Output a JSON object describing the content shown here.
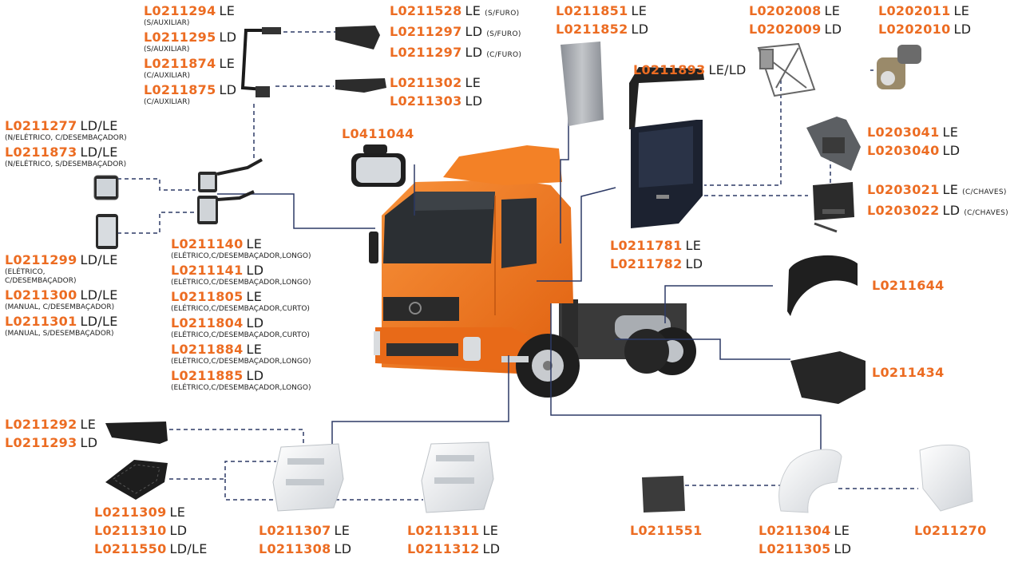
{
  "colors": {
    "accent": "#ec6c22",
    "text": "#222222",
    "truck": "#f07a1c"
  },
  "labels": {
    "mirror_arm_top": {
      "rows": [
        {
          "code": "L0211294",
          "side": "LE",
          "note": "(S/AUXILIAR)"
        },
        {
          "code": "L0211295",
          "side": "LD",
          "note": "(S/AUXILIAR)"
        },
        {
          "code": "L0211874",
          "side": "LE",
          "note": "(C/AUXILIAR)"
        },
        {
          "code": "L0211875",
          "side": "LD",
          "note": "(C/AUXILIAR)"
        }
      ]
    },
    "mirror_cover": {
      "rows": [
        {
          "code": "L0211528",
          "side": "LE",
          "small": "(S/FURO)"
        },
        {
          "code": "L0211297",
          "side": "LD",
          "small": "(S/FURO)"
        },
        {
          "code": "L0211297",
          "side": "LD",
          "small": "(C/FURO)"
        }
      ]
    },
    "mirror_base": {
      "rows": [
        {
          "code": "L0211302",
          "side": "LE"
        },
        {
          "code": "L0211303",
          "side": "LD"
        }
      ]
    },
    "mirror_heated": {
      "rows": [
        {
          "code": "L0211277",
          "side": "LD/LE",
          "note": "(N/ELÉTRICO, C/DESEMBAÇADOR)"
        },
        {
          "code": "L0211873",
          "side": "LD/LE",
          "note": "(N/ELÉTRICO, S/DESEMBAÇADOR)"
        }
      ]
    },
    "inner_mirror": {
      "code": "L0411044"
    },
    "mirror_glass": {
      "rows": [
        {
          "code": "L0211299",
          "side": "LD/LE",
          "note": "(ELÉTRICO,",
          "note2": "C/DESEMBAÇADOR)"
        },
        {
          "code": "L0211300",
          "side": "LD/LE",
          "note": "(MANUAL, C/DESEMBAÇADOR)"
        },
        {
          "code": "L0211301",
          "side": "LD/LE",
          "note": "(MANUAL, S/DESEMBAÇADOR)"
        }
      ]
    },
    "mirror_assembly": {
      "rows": [
        {
          "code": "L0211140",
          "side": "LE",
          "note": "(ELÉTRICO,C/DESEMBAÇADOR,LONGO)"
        },
        {
          "code": "L0211141",
          "side": "LD",
          "note": "(ELÉTRICO,C/DESEMBAÇADOR,LONGO)"
        },
        {
          "code": "L0211805",
          "side": "LE",
          "note": "(ELÉTRICO,C/DESEMBAÇADOR,CURTO)"
        },
        {
          "code": "L0211804",
          "side": "LD",
          "note": "(ELÉTRICO,C/DESEMBAÇADOR,CURTO)"
        },
        {
          "code": "L0211884",
          "side": "LE",
          "note": "(ELÉTRICO,C/DESEMBAÇADOR,LONGO)"
        },
        {
          "code": "L0211885",
          "side": "LD",
          "note": "(ELÉTRICO,C/DESEMBAÇADOR,LONGO)"
        }
      ]
    },
    "side_panel": {
      "rows": [
        {
          "code": "L0211851",
          "side": "LE"
        },
        {
          "code": "L0211852",
          "side": "LD"
        }
      ]
    },
    "window_regulator": {
      "rows": [
        {
          "code": "L0202008",
          "side": "LE"
        },
        {
          "code": "L0202009",
          "side": "LD"
        }
      ]
    },
    "window_motor": {
      "rows": [
        {
          "code": "L0202011",
          "side": "LE"
        },
        {
          "code": "L0202010",
          "side": "LD"
        }
      ]
    },
    "wind_deflector": {
      "code": "L0211893",
      "side": "LE/LD"
    },
    "door_lock": {
      "rows": [
        {
          "code": "L0203041",
          "side": "LE"
        },
        {
          "code": "L0203040",
          "side": "LD"
        }
      ]
    },
    "door_handle": {
      "rows": [
        {
          "code": "L0203021",
          "side": "LE",
          "small": "(C/CHAVES)"
        },
        {
          "code": "L0203022",
          "side": "LD",
          "small": "(C/CHAVES)"
        }
      ]
    },
    "door": {
      "rows": [
        {
          "code": "L0211781",
          "side": "LE"
        },
        {
          "code": "L0211782",
          "side": "LD"
        }
      ]
    },
    "fender_rear": {
      "code": "L0211644"
    },
    "battery_cover": {
      "code": "L0211434"
    },
    "step_small": {
      "rows": [
        {
          "code": "L0211292",
          "side": "LE"
        },
        {
          "code": "L0211293",
          "side": "LD"
        }
      ]
    },
    "step_grid": {
      "rows": [
        {
          "code": "L0211309",
          "side": "LE"
        },
        {
          "code": "L0211310",
          "side": "LD"
        },
        {
          "code": "L0211550",
          "side": "LD/LE"
        }
      ]
    },
    "step_box_a": {
      "rows": [
        {
          "code": "L0211307",
          "side": "LE"
        },
        {
          "code": "L0211308",
          "side": "LD"
        }
      ]
    },
    "step_box_b": {
      "rows": [
        {
          "code": "L0211311",
          "side": "LE"
        },
        {
          "code": "L0211312",
          "side": "LD"
        }
      ]
    },
    "mudflap": {
      "code": "L0211551"
    },
    "front_fender": {
      "rows": [
        {
          "code": "L0211304",
          "side": "LE"
        },
        {
          "code": "L0211305",
          "side": "LD"
        }
      ]
    },
    "fender_cover": {
      "code": "L0211270"
    }
  }
}
